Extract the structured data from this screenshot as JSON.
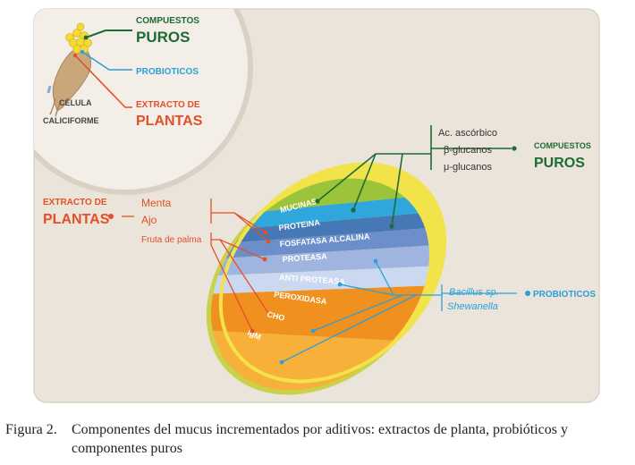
{
  "cell": {
    "name_line1": "CÉLULA",
    "name_line2": "CALICIFORME",
    "callouts": [
      {
        "line1": "COMPUESTOS",
        "line2": "PUROS",
        "color": "#1e6b35"
      },
      {
        "line1": "PROBIOTICOS",
        "line2": "",
        "color": "#2e9fd6"
      },
      {
        "line1": "EXTRACTO DE",
        "line2": "PLANTAS",
        "color": "#e2502a"
      }
    ]
  },
  "layers": [
    "MUCINAS",
    "PROTEINA",
    "FOSFATASA ALCALINA",
    "PROTEASA",
    "ANTI PROTEASA",
    "PEROXIDASA",
    "CHO",
    "IgM"
  ],
  "groups": {
    "plantas": {
      "line1": "EXTRACTO DE",
      "line2": "PLANTAS",
      "items": [
        "Menta",
        "Ajo",
        "Fruta de palma"
      ],
      "color": "#e2502a"
    },
    "compuestos": {
      "line1": "COMPUESTOS",
      "line2": "PUROS",
      "items": [
        "Ac. ascórbico",
        "β-glucanos",
        "μ-glucanos"
      ],
      "color": "#1e6b35"
    },
    "probioticos": {
      "label": "PROBIOTICOS",
      "items": [
        "Bacillus sp.",
        "Shewanella"
      ],
      "color": "#2e9fd6"
    }
  },
  "caption": {
    "label": "Figura 2.",
    "text_line1": "Componentes del mucus incrementados por aditivos: extractos de planta, probióticos y",
    "text_line2": "componentes puros"
  }
}
